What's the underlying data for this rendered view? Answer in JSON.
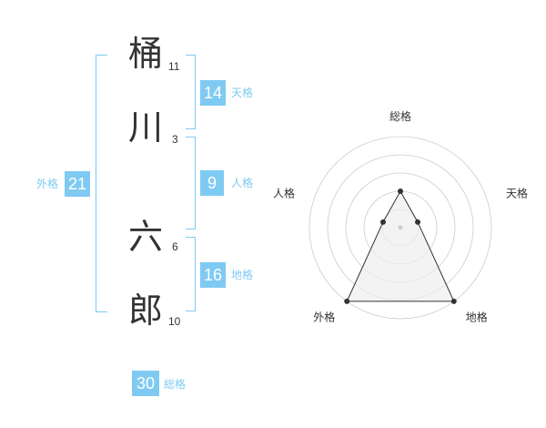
{
  "name": {
    "chars": [
      {
        "char": "桶",
        "strokes": "11"
      },
      {
        "char": "川",
        "strokes": "3"
      },
      {
        "char": "六",
        "strokes": "6"
      },
      {
        "char": "郎",
        "strokes": "10"
      }
    ]
  },
  "kaku": {
    "tenkaku": {
      "value": "14",
      "label": "天格"
    },
    "jinkaku": {
      "value": "9",
      "label": "人格"
    },
    "chikaku": {
      "value": "16",
      "label": "地格"
    },
    "gaikaku": {
      "value": "21",
      "label": "外格"
    },
    "soukaku": {
      "value": "30",
      "label": "総格"
    }
  },
  "colors": {
    "accent": "#7fcaf2",
    "text": "#333333",
    "grid": "#cccccc",
    "fill": "#eeeeee"
  },
  "chart_data": {
    "type": "radar",
    "axes": [
      "総格",
      "天格",
      "地格",
      "外格",
      "人格"
    ],
    "values": [
      2,
      1,
      5,
      5,
      1
    ],
    "max": 5,
    "rings": 5
  }
}
